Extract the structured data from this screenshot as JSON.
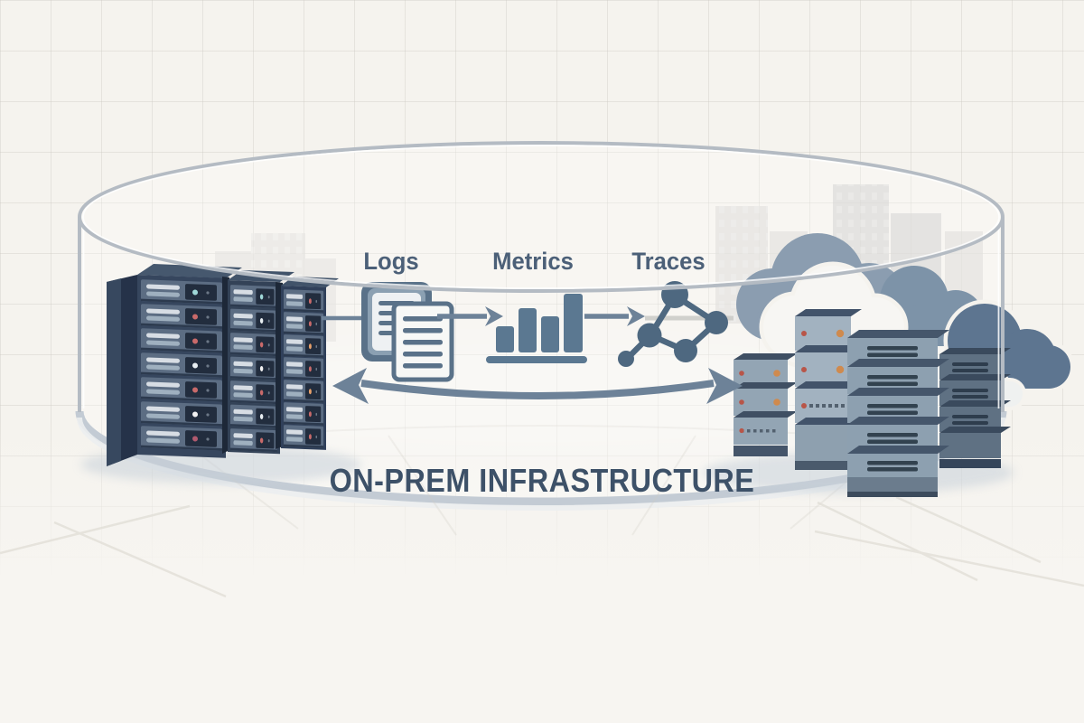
{
  "diagram": {
    "title": "ON-PREM INFRASTRUCTURE",
    "flow": [
      {
        "label": "Logs",
        "icon": "logs-documents-icon"
      },
      {
        "label": "Metrics",
        "icon": "metrics-bar-chart-icon"
      },
      {
        "label": "Traces",
        "icon": "traces-node-graph-icon"
      }
    ],
    "icons": {
      "left_group": "server-rack-icon",
      "right_group": "cloud-servers-icon",
      "exchange": "bidirectional-arrow-icon",
      "container": "glass-cylinder-boundary",
      "background": "city-buildings-silhouette"
    },
    "colors": {
      "background": "#f5f3ee",
      "grid_line": "#d9d6cf",
      "glass_stroke": "#b4bbc3",
      "base_band": "#c3cbd4",
      "slate_icon": "#5b7891",
      "arrow": "#6d8298",
      "label_text": "#4c6078",
      "title_text": "#3d5168",
      "rack_dark": "#2c3b52",
      "rack_unit": "#5c6d83",
      "cloud_slate": "#8b9db0",
      "cloud_white": "#f7f6f3",
      "cloud_dark": "#5d7590",
      "server_face": "#8da0b0"
    }
  }
}
